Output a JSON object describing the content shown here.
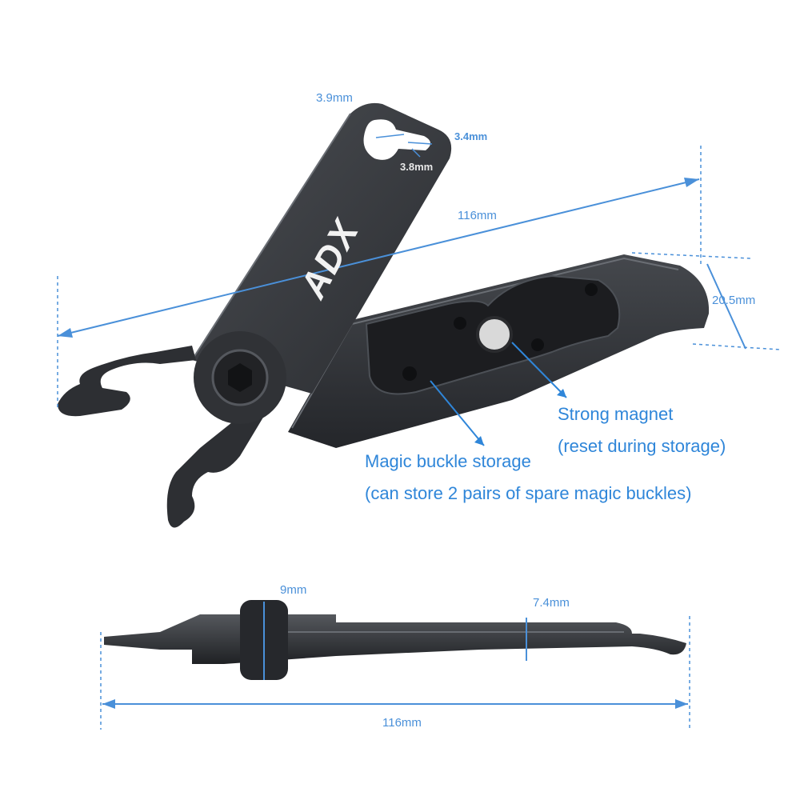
{
  "brand": {
    "logo_text": "ADX"
  },
  "colors": {
    "dimension": "#4a90d9",
    "callout": "#2f86d9",
    "metal_dark": "#2b2d31",
    "metal_mid": "#3a3d42",
    "metal_light": "#5a5e64"
  },
  "dimensions": {
    "slot_width": "3.9mm",
    "slot_neck": "3.4mm",
    "slot_inner": "3.8mm",
    "top_length": "116mm",
    "lever_width": "20.5mm",
    "side_head_thickness": "9mm",
    "side_body_thickness": "7.4mm",
    "side_length": "116mm"
  },
  "callouts": {
    "magnet_title": "Strong magnet",
    "magnet_note": "(reset during storage)",
    "storage_title": "Magic buckle storage",
    "storage_note": "(can store 2 pairs of spare magic buckles)"
  }
}
